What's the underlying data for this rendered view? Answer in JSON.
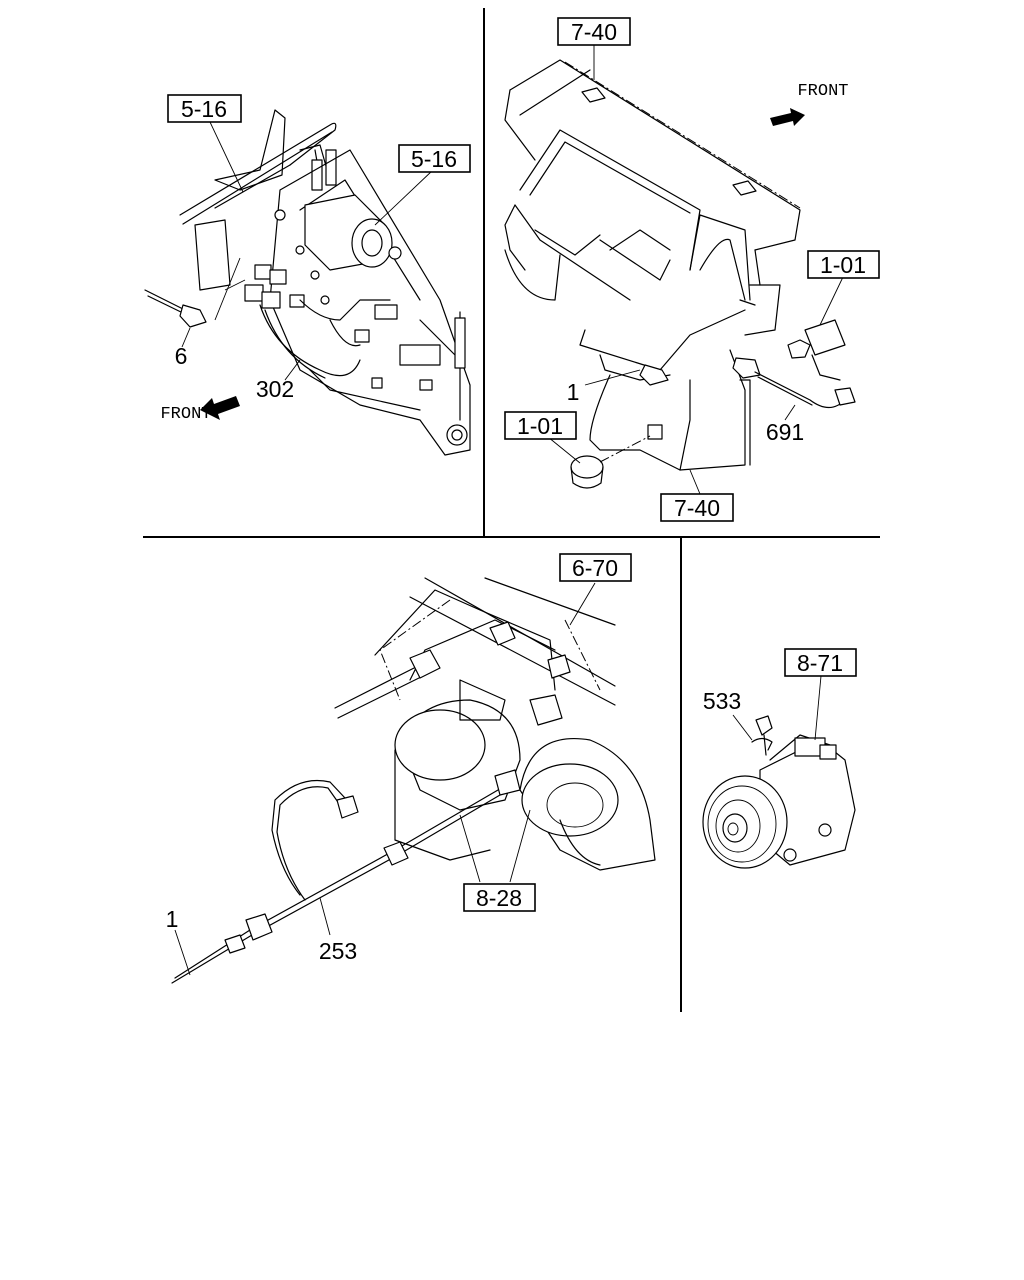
{
  "refs": {
    "p1_ref_a": "5-16",
    "p1_ref_b": "5-16",
    "p2_ref_top": "7-40",
    "p2_ref_right": "1-01",
    "p2_ref_left": "1-01",
    "p2_ref_bottom": "7-40",
    "p3_ref_top": "6-70",
    "p3_ref_bottom": "8-28",
    "p4_ref": "8-71"
  },
  "callouts": {
    "p1_part_6": "6",
    "p1_part_302": "302",
    "p2_part_1": "1",
    "p2_part_691": "691",
    "p3_part_1": "1",
    "p3_part_253": "253",
    "p4_part_533": "533"
  },
  "direction": {
    "p1_front": "FRONT",
    "p2_front": "FRONT"
  }
}
